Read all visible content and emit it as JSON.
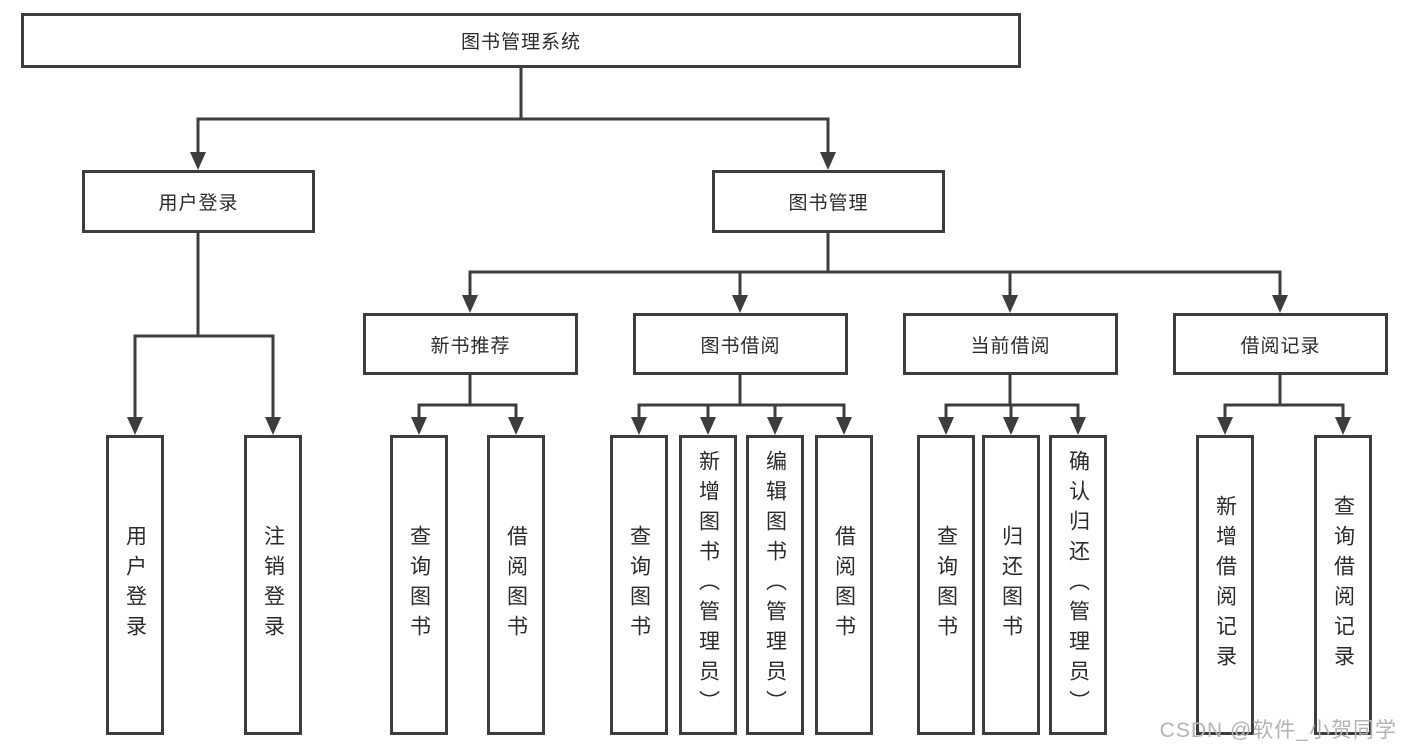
{
  "diagram": {
    "title": "图书管理系统",
    "level2": {
      "user_login": "用户登录",
      "book_management": "图书管理"
    },
    "level3": {
      "new_book_recommend": "新书推荐",
      "book_borrow": "图书借阅",
      "current_borrow": "当前借阅",
      "borrow_records": "借阅记录"
    },
    "leaves": {
      "user_login": "用户登录",
      "logout": "注销登录",
      "recommend_query_books": "查询图书",
      "recommend_borrow_books": "借阅图书",
      "borrow_query_books": "查询图书",
      "borrow_add_books": "新增图书（管理员）",
      "borrow_edit_books": "编辑图书（管理员）",
      "borrow_borrow_books": "借阅图书",
      "current_query_books": "查询图书",
      "current_return_books": "归还图书",
      "current_confirm_return": "确认归还（管理员）",
      "records_add_record": "新增借阅记录",
      "records_query_record": "查询借阅记录"
    },
    "watermark": "CSDN @软件_小贺同学",
    "colors": {
      "line": "#3d3d3d",
      "box_border": "#3d3d3d",
      "box_background": "#ffffff",
      "text": "#2b2b2b",
      "watermark": "#b3b3b3"
    }
  }
}
